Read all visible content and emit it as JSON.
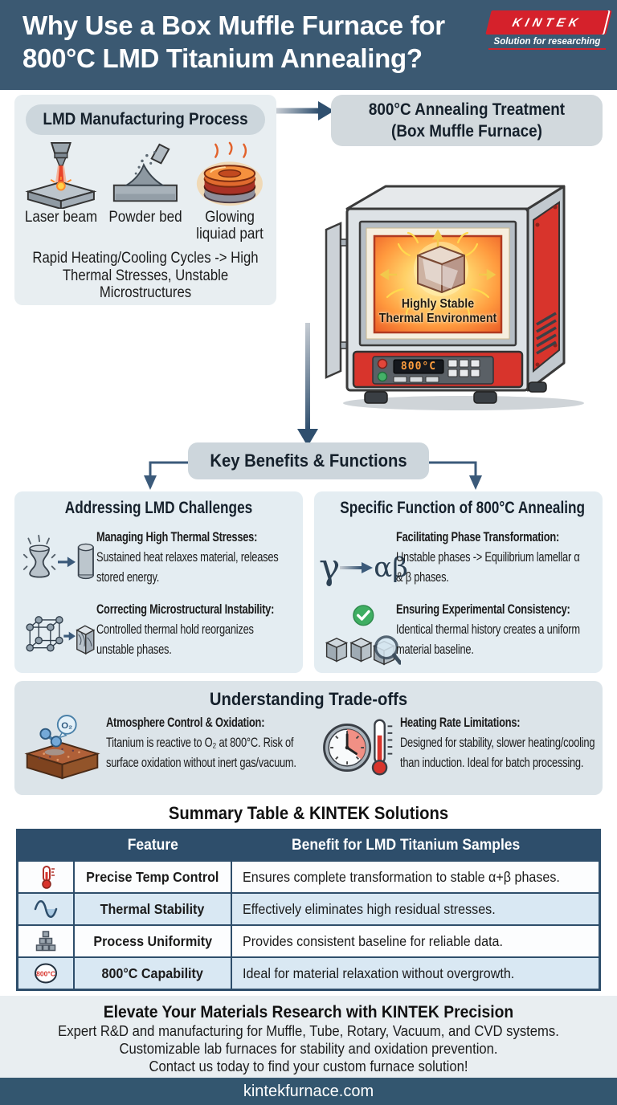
{
  "header": {
    "title_line1": "Why Use a Box Muffle Furnace for",
    "title_line2": "800°C LMD Titanium Annealing?",
    "logo_text": "KINTEK",
    "logo_tagline": "Solution for researching"
  },
  "process": {
    "title": "LMD Manufacturing Process",
    "steps": [
      {
        "icon": "laser-beam-icon",
        "label": "Laser beam"
      },
      {
        "icon": "powder-bed-icon",
        "label": "Powder bed"
      },
      {
        "icon": "glowing-part-icon",
        "label": "Glowing liquiad part"
      }
    ],
    "note": "Rapid Heating/Cooling Cycles -> High Thermal Stresses, Unstable Microstructures"
  },
  "annealing": {
    "title_line1": "800°C Annealing Treatment",
    "title_line2": "(Box Muffle Furnace)",
    "furnace_label_line1": "Highly Stable",
    "furnace_label_line2": "Thermal Environment",
    "display_value": "800°C"
  },
  "benefits": {
    "pill": "Key Benefits & Functions",
    "left": {
      "title": "Addressing LMD Challenges",
      "items": [
        {
          "head": "Managing High Thermal Stresses:",
          "body": "Sustained heat relaxes material, releases stored energy."
        },
        {
          "head": "Correcting Microstructural Instability:",
          "body": "Controlled thermal hold reorganizes unstable phases."
        }
      ]
    },
    "right": {
      "title": "Specific Function of 800°C Annealing",
      "phase_from": "γ",
      "phase_to": "αβ",
      "items": [
        {
          "head": "Facilitating Phase Transformation:",
          "body": "Unstable phases -> Equilibrium lamellar α & β phases."
        },
        {
          "head": "Ensuring Experimental Consistency:",
          "body": "Identical thermal history creates a uniform material baseline."
        }
      ]
    }
  },
  "tradeoffs": {
    "title": "Understanding Trade-offs",
    "o2_label": "O₂",
    "items": [
      {
        "head": "Atmosphere Control & Oxidation:",
        "body": "Titanium is reactive to O₂ at 800°C. Risk of surface oxidation without inert gas/vacuum."
      },
      {
        "head": "Heating Rate Limitations:",
        "body": "Designed for stability, slower heating/cooling than induction. Ideal for batch processing."
      }
    ]
  },
  "summary": {
    "title": "Summary Table & KINTEK Solutions",
    "columns": [
      "Feature",
      "Benefit for LMD Titanium Samples"
    ],
    "rows": [
      {
        "icon": "thermometer-icon",
        "feature": "Precise Temp Control",
        "benefit": "Ensures complete transformation to stable α+β phases."
      },
      {
        "icon": "sine-wave-icon",
        "feature": "Thermal Stability",
        "benefit": "Effectively eliminates high residual stresses."
      },
      {
        "icon": "blocks-icon",
        "feature": "Process Uniformity",
        "benefit": "Provides consistent baseline for reliable data."
      },
      {
        "icon": "temp-badge-icon",
        "feature": "800°C Capability",
        "badge": "800°C",
        "benefit": "Ideal for material relaxation without overgrowth."
      }
    ]
  },
  "footer": {
    "headline": "Elevate Your Materials Research with KINTEK Precision",
    "line1": "Expert R&D and manufacturing for Muffle, Tube, Rotary, Vacuum, and CVD systems.",
    "line2": "Customizable lab furnaces for stability and oxidation prevention.",
    "line3": "Contact us today to find your custom furnace solution!",
    "website": "kintekfurnace.com"
  },
  "colors": {
    "header_bg": "#3b5972",
    "brand_red": "#d5212b",
    "arrow_blue": "#2f4f6e",
    "table_header_bg": "#2e4e6b",
    "row_alt_bg": "#d9e8f3",
    "panel_bg": "#e8eef1"
  }
}
